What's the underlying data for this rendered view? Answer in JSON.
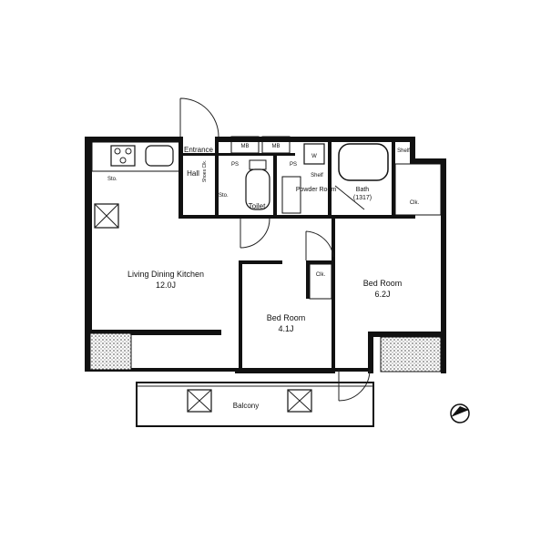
{
  "rooms": {
    "ldk_name": "Living Dining Kitchen",
    "ldk_size": "12.0J",
    "bed1_name": "Bed Room",
    "bed1_size": "4.1J",
    "bed2_name": "Bed Room",
    "bed2_size": "6.2J",
    "entrance": "Entrance",
    "hall": "Hall",
    "toilet": "Toilet",
    "powder": "Powder Room",
    "bath": "Bath",
    "bath_size": "(1317)",
    "balcony": "Balcony"
  },
  "fixtures": {
    "mb1": "MB",
    "mb2": "MB",
    "ps1": "PS",
    "ps2": "PS",
    "shelf1": "Shelf",
    "shelf2": "Shelf",
    "shoes": "Shoes Clk.",
    "sto1": "Sto.",
    "sto2": "Sto.",
    "clk1": "Clk.",
    "clk2": "Clk.",
    "w": "W"
  },
  "colors": {
    "wall": "#111111",
    "background": "#ffffff"
  },
  "icons": [
    "north-arrow-icon",
    "stove-icon",
    "sink-icon",
    "toilet-icon",
    "bathtub-icon",
    "washer-icon"
  ]
}
